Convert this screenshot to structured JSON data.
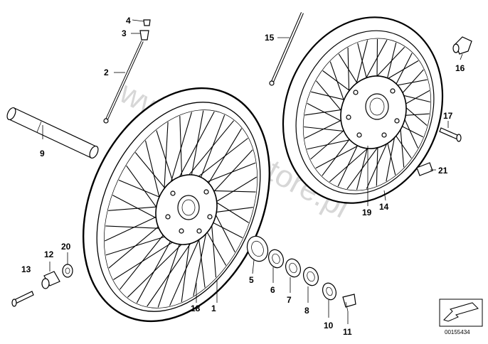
{
  "watermark": "www.BMWstore.pl",
  "reference_number": "00155434",
  "callouts": {
    "c1": "1",
    "c2": "2",
    "c3": "3",
    "c4": "4",
    "c5": "5",
    "c6": "6",
    "c7": "7",
    "c8": "8",
    "c9": "9",
    "c10": "10",
    "c11": "11",
    "c12": "12",
    "c13": "13",
    "c14": "14",
    "c15": "15",
    "c16": "16",
    "c17": "17",
    "c18": "18",
    "c19": "19",
    "c20": "20",
    "c21": "21"
  },
  "colors": {
    "line": "#000000",
    "background": "#ffffff",
    "watermark": "#d7d7d7"
  }
}
